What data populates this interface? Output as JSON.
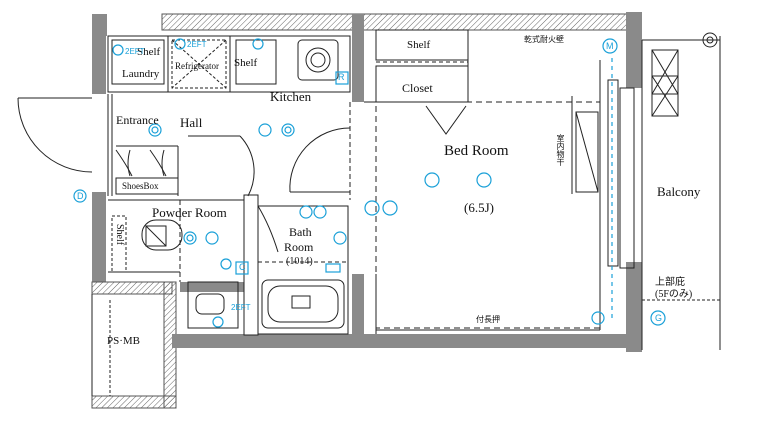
{
  "rooms": {
    "shelf_top_left": "Shelf",
    "laundry": "Laundry",
    "refrigerator": "Refrigerator",
    "shelf_kitchen": "Shelf",
    "kitchen": "Kitchen",
    "entrance": "Entrance",
    "hall": "Hall",
    "shoesbox": "ShoesBox",
    "powder_room": "Powder Room",
    "shelf_powder": "Shelf",
    "bath_room_1": "Bath",
    "bath_room_2": "Room",
    "bath_size": "(1014)",
    "shelf_bedroom": "Shelf",
    "closet": "Closet",
    "bed_room": "Bed Room",
    "bed_size": "(6.5J)",
    "balcony": "Balcony",
    "ps_mb": "PS·MB",
    "fire_wall_note": "乾式耐火壁",
    "indoor_clothes_dryer": "室内物干",
    "long_push": "付長押",
    "eaves_note_1": "上部庇",
    "eaves_note_2": "(5Fのみ)"
  },
  "symbols": {
    "refrigerator_outlet": "2EFT",
    "laundry_outlet": "2EFT",
    "powder_outlet": "2EFT",
    "m_mark": "M",
    "r_mark": "R",
    "c_mark": "C",
    "d_mark": "D",
    "g_mark": "G"
  },
  "colors": {
    "wall": "#8a8a8a",
    "line": "#222222",
    "symbol": "#1aa0d8"
  }
}
